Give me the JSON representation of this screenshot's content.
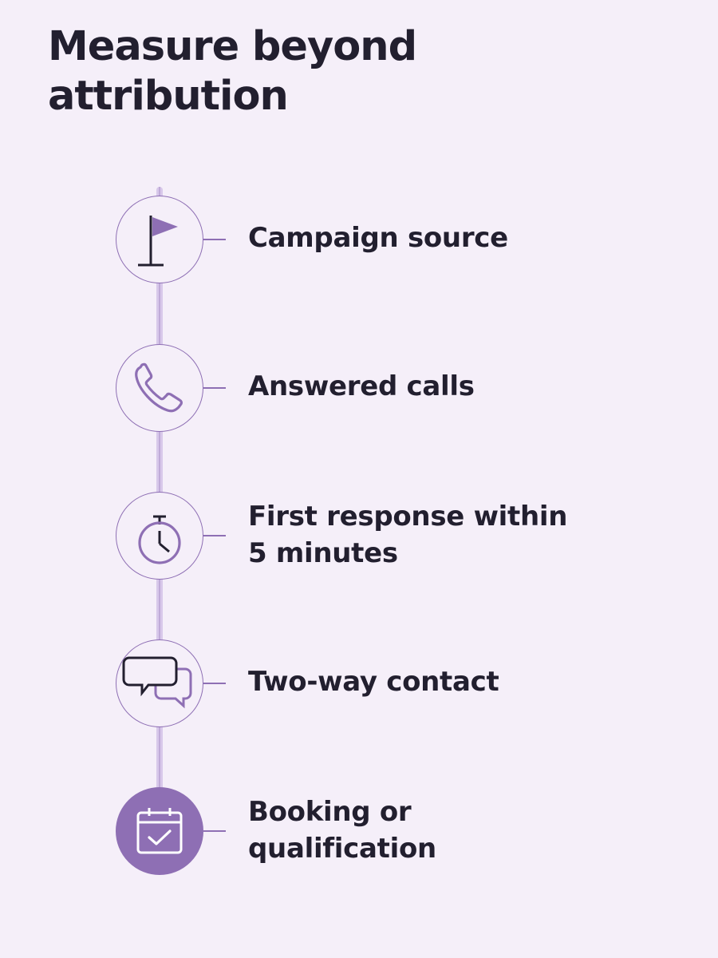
{
  "title": "Measure beyond\nattribution",
  "colors": {
    "background": "#f5eff9",
    "accent": "#8e6fb4",
    "text": "#221f2f",
    "track": "#d8c8ea"
  },
  "steps": [
    {
      "label": "Campaign source",
      "icon": "flag-icon"
    },
    {
      "label": "Answered calls",
      "icon": "phone-icon"
    },
    {
      "label": "First response within\n5 minutes",
      "icon": "stopwatch-icon"
    },
    {
      "label": "Two-way contact",
      "icon": "chat-bubbles-icon"
    },
    {
      "label": "Booking or\nqualification",
      "icon": "calendar-check-icon"
    }
  ]
}
